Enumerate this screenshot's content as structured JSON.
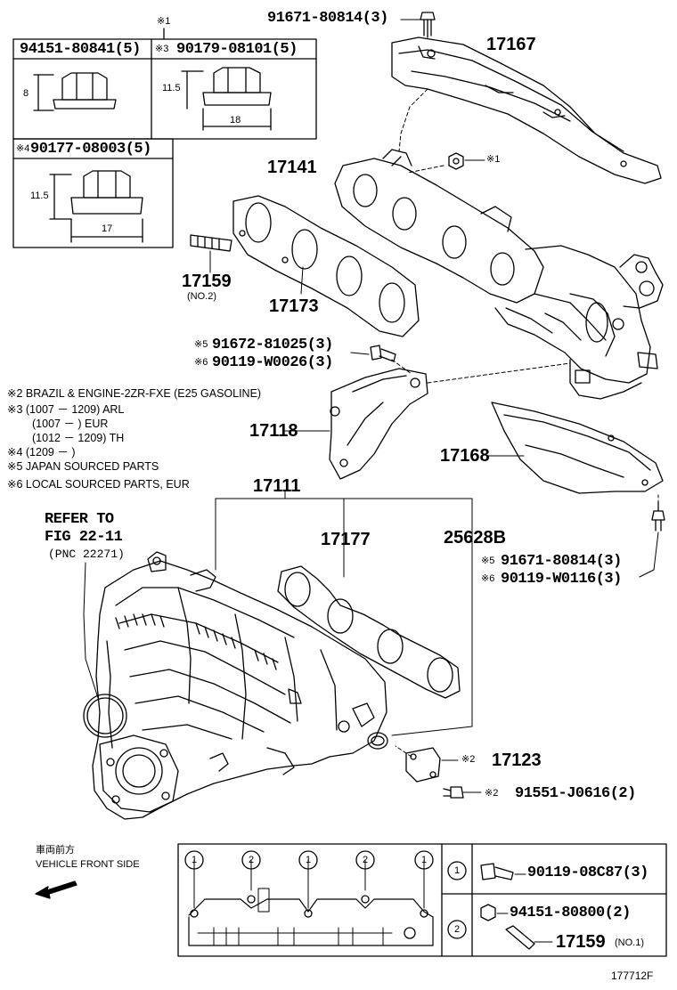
{
  "nut_table": {
    "star_top": "※1",
    "nut_a": "94151-80841(5)",
    "nut_b_mark": "※3",
    "nut_b": "90179-08101(5)",
    "nut_c_mark": "※4",
    "nut_c": "90177-08003(5)",
    "dim_a_height": "8",
    "dim_b_height": "11.5",
    "dim_b_width": "18",
    "dim_c_height": "11.5",
    "dim_c_width": "17"
  },
  "parts": {
    "p91671_top": "91671-80814(3)",
    "p17167": "17167",
    "p17141": "17141",
    "star1_nut": "※1",
    "p17159": "17159",
    "p17159_note": "(NO.2)",
    "p17173": "17173",
    "mark5": "※5",
    "mark6": "※6",
    "p91672": "91672-81025(3)",
    "p90119_w26": "90119-W0026(3)",
    "p17118": "17118",
    "p17168": "17168",
    "p17111": "17111",
    "refer1": "REFER TO",
    "refer2": "FIG 22-11",
    "refer3": "(PNC 22271)",
    "p17177": "17177",
    "p25628b": "25628B",
    "p91671_b": "91671-80814(3)",
    "p90119_w16": "90119-W0116(3)",
    "mark2a": "※2",
    "p17123": "17123",
    "mark2b": "※2",
    "p91551": "91551-J0616(2)"
  },
  "notes": [
    "※2 BRAZIL & ENGINE-2ZR-FXE (E25 GASOLINE)",
    "※3 (1007 － 1209) ARL",
    "(1007 －        ) EUR",
    "(1012 － 1209) TH",
    "※4 (1209 －        )",
    "※5 JAPAN SOURCED PARTS",
    "※6 LOCAL SOURCED PARTS, EUR"
  ],
  "legend": {
    "jp_label": "車両前方",
    "en_label": "VEHICLE FRONT SIDE",
    "circle1": "1",
    "circle2": "2",
    "key1_part": "90119-08C87(3)",
    "key2_part_a": "94151-80800(2)",
    "key2_part_b": "17159",
    "key2_note": "(NO.1)"
  },
  "figure_id": "177712F"
}
